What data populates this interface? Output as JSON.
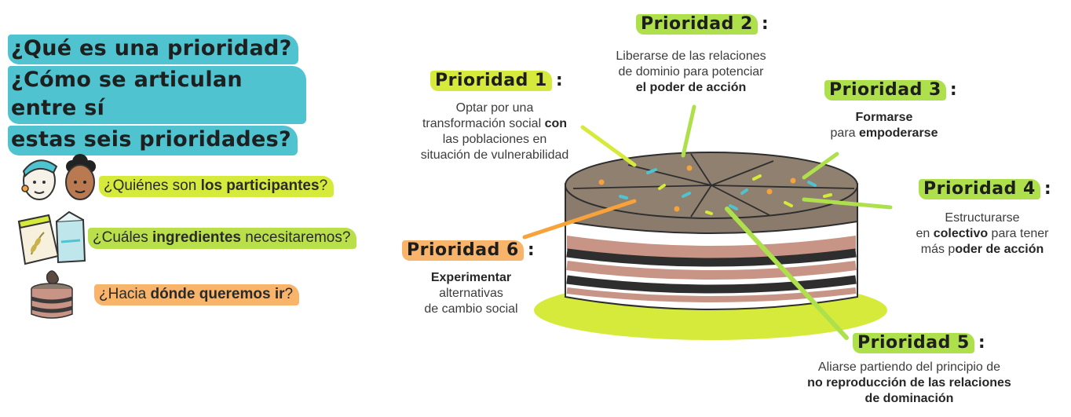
{
  "title_lines": [
    "¿Qué es una prioridad?",
    "¿Cómo se articulan entre sí",
    "estas seis prioridades?"
  ],
  "questions": [
    {
      "pre": "¿Quiénes son ",
      "bold": "los participantes",
      "post": "?"
    },
    {
      "pre": "¿Cuáles ",
      "bold": "ingredientes",
      "post": " necesitaremos?"
    },
    {
      "pre": "¿Hacia ",
      "bold": "dónde queremos ir",
      "post": "?"
    }
  ],
  "icons": [
    "two-people-icon",
    "ingredients-bags-icon",
    "cake-slice-icon"
  ],
  "priorities": [
    {
      "label": "Prioridad 1",
      "lines": [
        [
          {
            "t": "Optar por una",
            "b": false
          }
        ],
        [
          {
            "t": "transformación social ",
            "b": false
          },
          {
            "t": "con",
            "b": true
          }
        ],
        [
          {
            "t": "las poblaciones en",
            "b": false
          }
        ],
        [
          {
            "t": "situación de vulnerabilidad",
            "b": false
          }
        ]
      ]
    },
    {
      "label": "Prioridad 2",
      "lines": [
        [
          {
            "t": "Liberarse de las relaciones",
            "b": false
          }
        ],
        [
          {
            "t": "de dominio para potenciar",
            "b": false
          }
        ],
        [
          {
            "t": "el poder de acción",
            "b": true
          }
        ]
      ]
    },
    {
      "label": "Prioridad 3",
      "lines": [
        [
          {
            "t": "Formarse",
            "b": true
          }
        ],
        [
          {
            "t": "para ",
            "b": false
          },
          {
            "t": "empoderarse",
            "b": true
          }
        ]
      ]
    },
    {
      "label": "Prioridad 4",
      "lines": [
        [
          {
            "t": "Estructurarse",
            "b": false
          }
        ],
        [
          {
            "t": "en ",
            "b": false
          },
          {
            "t": "colectivo",
            "b": true
          },
          {
            "t": " para tener",
            "b": false
          }
        ],
        [
          {
            "t": "más p",
            "b": false
          },
          {
            "t": "oder de acción",
            "b": true
          }
        ]
      ]
    },
    {
      "label": "Prioridad 5",
      "lines": [
        [
          {
            "t": "Aliarse partiendo del principio de",
            "b": false
          }
        ],
        [
          {
            "t": "no reproducción de las relaciones",
            "b": true
          }
        ],
        [
          {
            "t": "de dominación",
            "b": true
          }
        ]
      ]
    },
    {
      "label": "Prioridad 6",
      "lines": [
        [
          {
            "t": "Experimentar",
            "b": true
          }
        ],
        [
          {
            "t": "alternativas",
            "b": false
          }
        ],
        [
          {
            "t": "de cambio social",
            "b": false
          }
        ]
      ]
    }
  ],
  "colon": ":",
  "colors": {
    "teal": "#4fc3cf",
    "lime": "#d6ea3c",
    "green": "#aee04c",
    "orange": "#f7b46a",
    "cake_top": "#8a7b6c",
    "cake_chocolate": "#3a3a3a",
    "cake_cream": "#ffffff",
    "cake_pink": "#c89486",
    "plate": "#d6ea3c"
  }
}
